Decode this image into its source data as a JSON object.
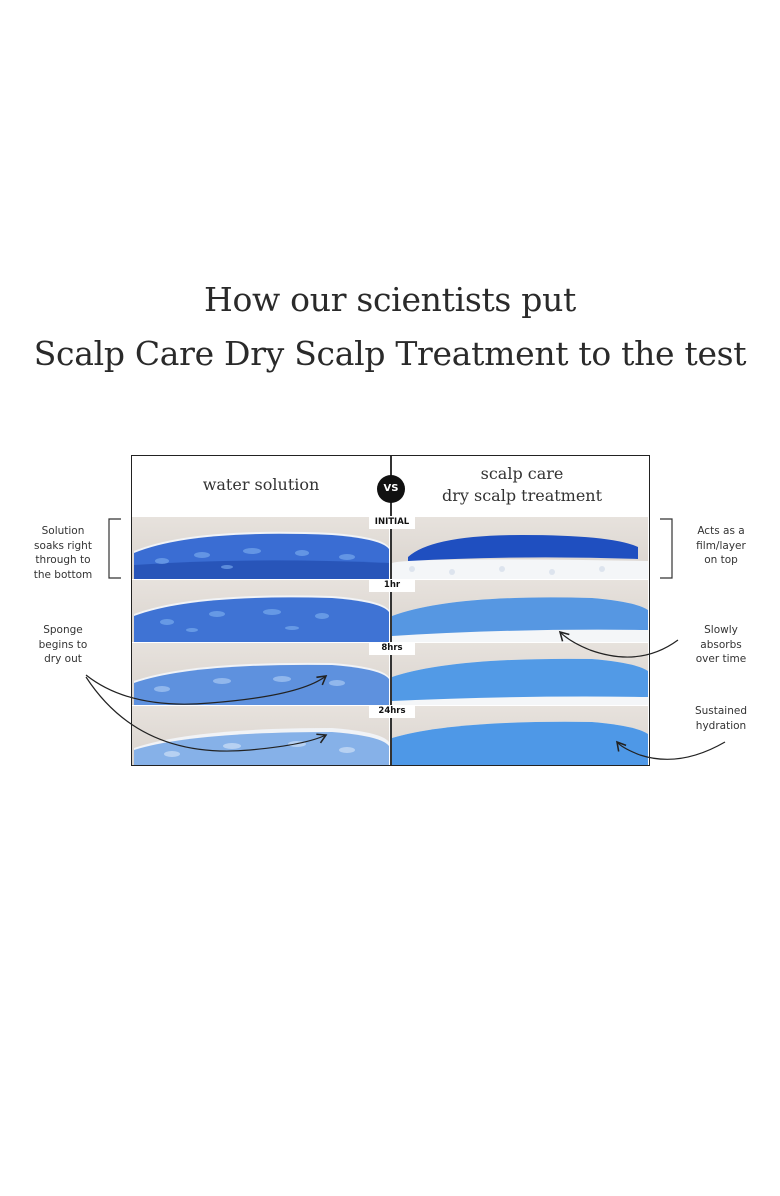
{
  "title": {
    "line1": "How our scientists put",
    "line2": "Scalp Care Dry Scalp Treatment to the test"
  },
  "comparison": {
    "left_heading": "water solution",
    "right_heading_line1": "scalp care",
    "right_heading_line2": "dry scalp treatment",
    "vs_label": "VS",
    "time_labels": [
      "INITIAL",
      "1hr",
      "8hrs",
      "24hrs"
    ]
  },
  "annotations": {
    "left_top": [
      "Solution",
      "soaks right",
      "through to",
      "the bottom"
    ],
    "left_mid": [
      "Sponge",
      "begins to",
      "dry out"
    ],
    "right_top": [
      "Acts as a",
      "film/layer",
      "on top"
    ],
    "right_mid": [
      "Slowly",
      "absorbs",
      "over time"
    ],
    "right_bottom": [
      "Sustained",
      "hydration"
    ]
  },
  "colors": {
    "deep_blue": "#1f4fc0",
    "light_blue": "#3d8fe0",
    "background": "#e4dfda",
    "foam": "#f4f6f8"
  }
}
